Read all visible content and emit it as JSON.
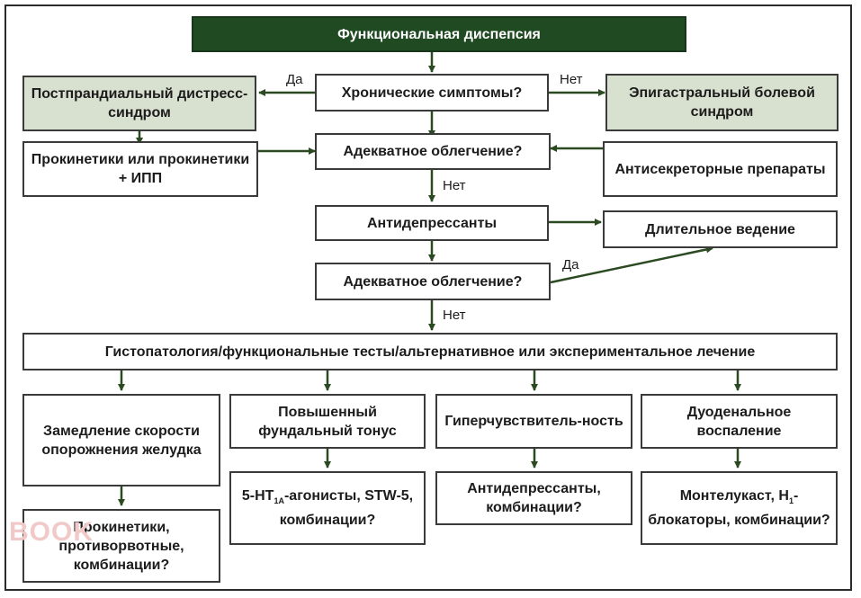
{
  "title": "Функциональная диспепсия",
  "q_chronic": "Хронические симптомы?",
  "yes": "Да",
  "no": "Нет",
  "pds": "Постпрандиальный дистресс-синдром",
  "eps": "Эпигастральный болевой синдром",
  "prokinetics_ppi": "Прокинетики или прокинетики + ИПП",
  "antisecretory": "Антисекреторные препараты",
  "q_relief": "Адекватное облегчение?",
  "antidepressants": "Антидепрессанты",
  "long_term": "Длительное ведение",
  "histopathology": "Гистопатология/функциональные тесты/альтернативное или экспериментальное лечение",
  "branches": {
    "b1_head": "Замедление скорости опорожнения желудка",
    "b1_tx": "Прокинетики, противорвотные, комбинации?",
    "b2_head": "Повышенный фундальный тонус",
    "b2_tx_prefix": "5-HT",
    "b2_tx_sub": "1A",
    "b2_tx_rest": "-агонисты, STW-5, комбинации?",
    "b3_head": "Гиперчувствитель-ность",
    "b3_tx": "Антидепрессанты, комбинации?",
    "b4_head": "Дуоденальное воспаление",
    "b4_tx_1": "Монтелукаст,",
    "b4_tx_h": "H",
    "b4_tx_sub": "1",
    "b4_tx_2": "-блокаторы, комбинации?"
  },
  "watermark": "BOOK",
  "colors": {
    "header": "#1f4a22",
    "tint": "#d8e0cf",
    "arrow": "#2c4a22"
  }
}
